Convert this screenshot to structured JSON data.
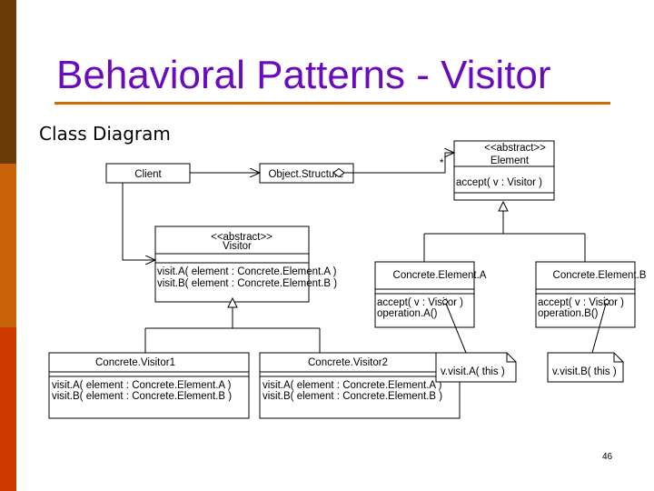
{
  "slide": {
    "title": "Behavioral Patterns - Visitor",
    "subtitle": "Class Diagram",
    "page_number": "46",
    "colors": {
      "title": "#6a0cbd",
      "rule": "#cc6b00",
      "sidebar_top": "#6b3a07",
      "sidebar_mid": "#c8630a",
      "sidebar_bottom": "#cc3a00"
    }
  },
  "diagram": {
    "client": {
      "name": "Client"
    },
    "object_structure": {
      "name": "Object.Structure"
    },
    "multiplicity": "*",
    "element": {
      "stereotype": "<<abstract>>",
      "name": "Element",
      "operation": "accept( v : Visitor )"
    },
    "visitor": {
      "stereotype": "<<abstract>>",
      "name": "Visitor",
      "ops": [
        "visit.A( element : Concrete.Element.A )",
        "visit.B( element : Concrete.Element.B )"
      ]
    },
    "concrete_element_a": {
      "name": "Concrete.Element.A",
      "ops": [
        "accept( v : Visitor )",
        "operation.A()"
      ]
    },
    "concrete_element_b": {
      "name": "Concrete.Element.B",
      "ops": [
        "accept( v : Visitor )",
        "operation.B()"
      ]
    },
    "concrete_visitor_1": {
      "name": "Concrete.Visitor1",
      "ops": [
        "visit.A( element : Concrete.Element.A )",
        "visit.B( element : Concrete.Element.B )"
      ]
    },
    "concrete_visitor_2": {
      "name": "Concrete.Visitor2",
      "ops": [
        "visit.A( element : Concrete.Element.A )",
        "visit.B( element : Concrete.Element.B )"
      ]
    },
    "note_a": "v.visit.A( this )",
    "note_b": "v.visit.B( this )"
  }
}
